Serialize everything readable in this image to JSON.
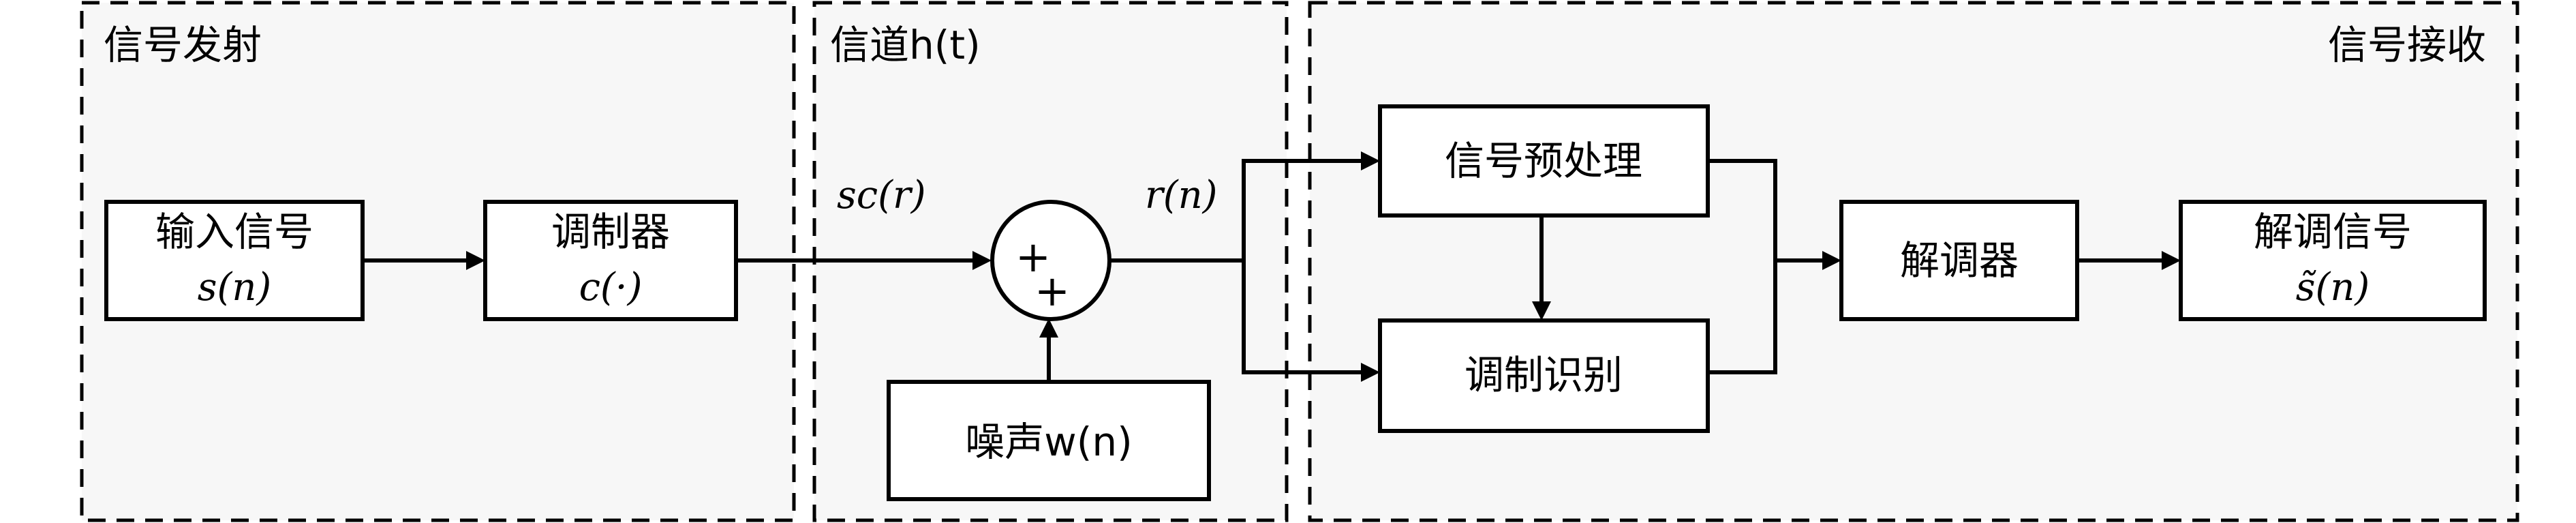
{
  "regions": {
    "transmit": "信号发射",
    "channel": "信道h(t)",
    "receive": "信号接收"
  },
  "blocks": {
    "input_signal": {
      "line1": "输入信号",
      "line2": "s(n)"
    },
    "modulator": {
      "line1": "调制器",
      "line2": "c(·)"
    },
    "noise": "噪声w(n)",
    "preprocess": "信号预处理",
    "mod_recognition": "调制识别",
    "demodulator": "解调器",
    "demod_signal": {
      "line1": "解调信号",
      "line2": "s̃(n)"
    }
  },
  "labels": {
    "sc": "sc(r)",
    "rn": "r(n)"
  },
  "adder": {
    "plus1": "+",
    "plus2": "+"
  }
}
